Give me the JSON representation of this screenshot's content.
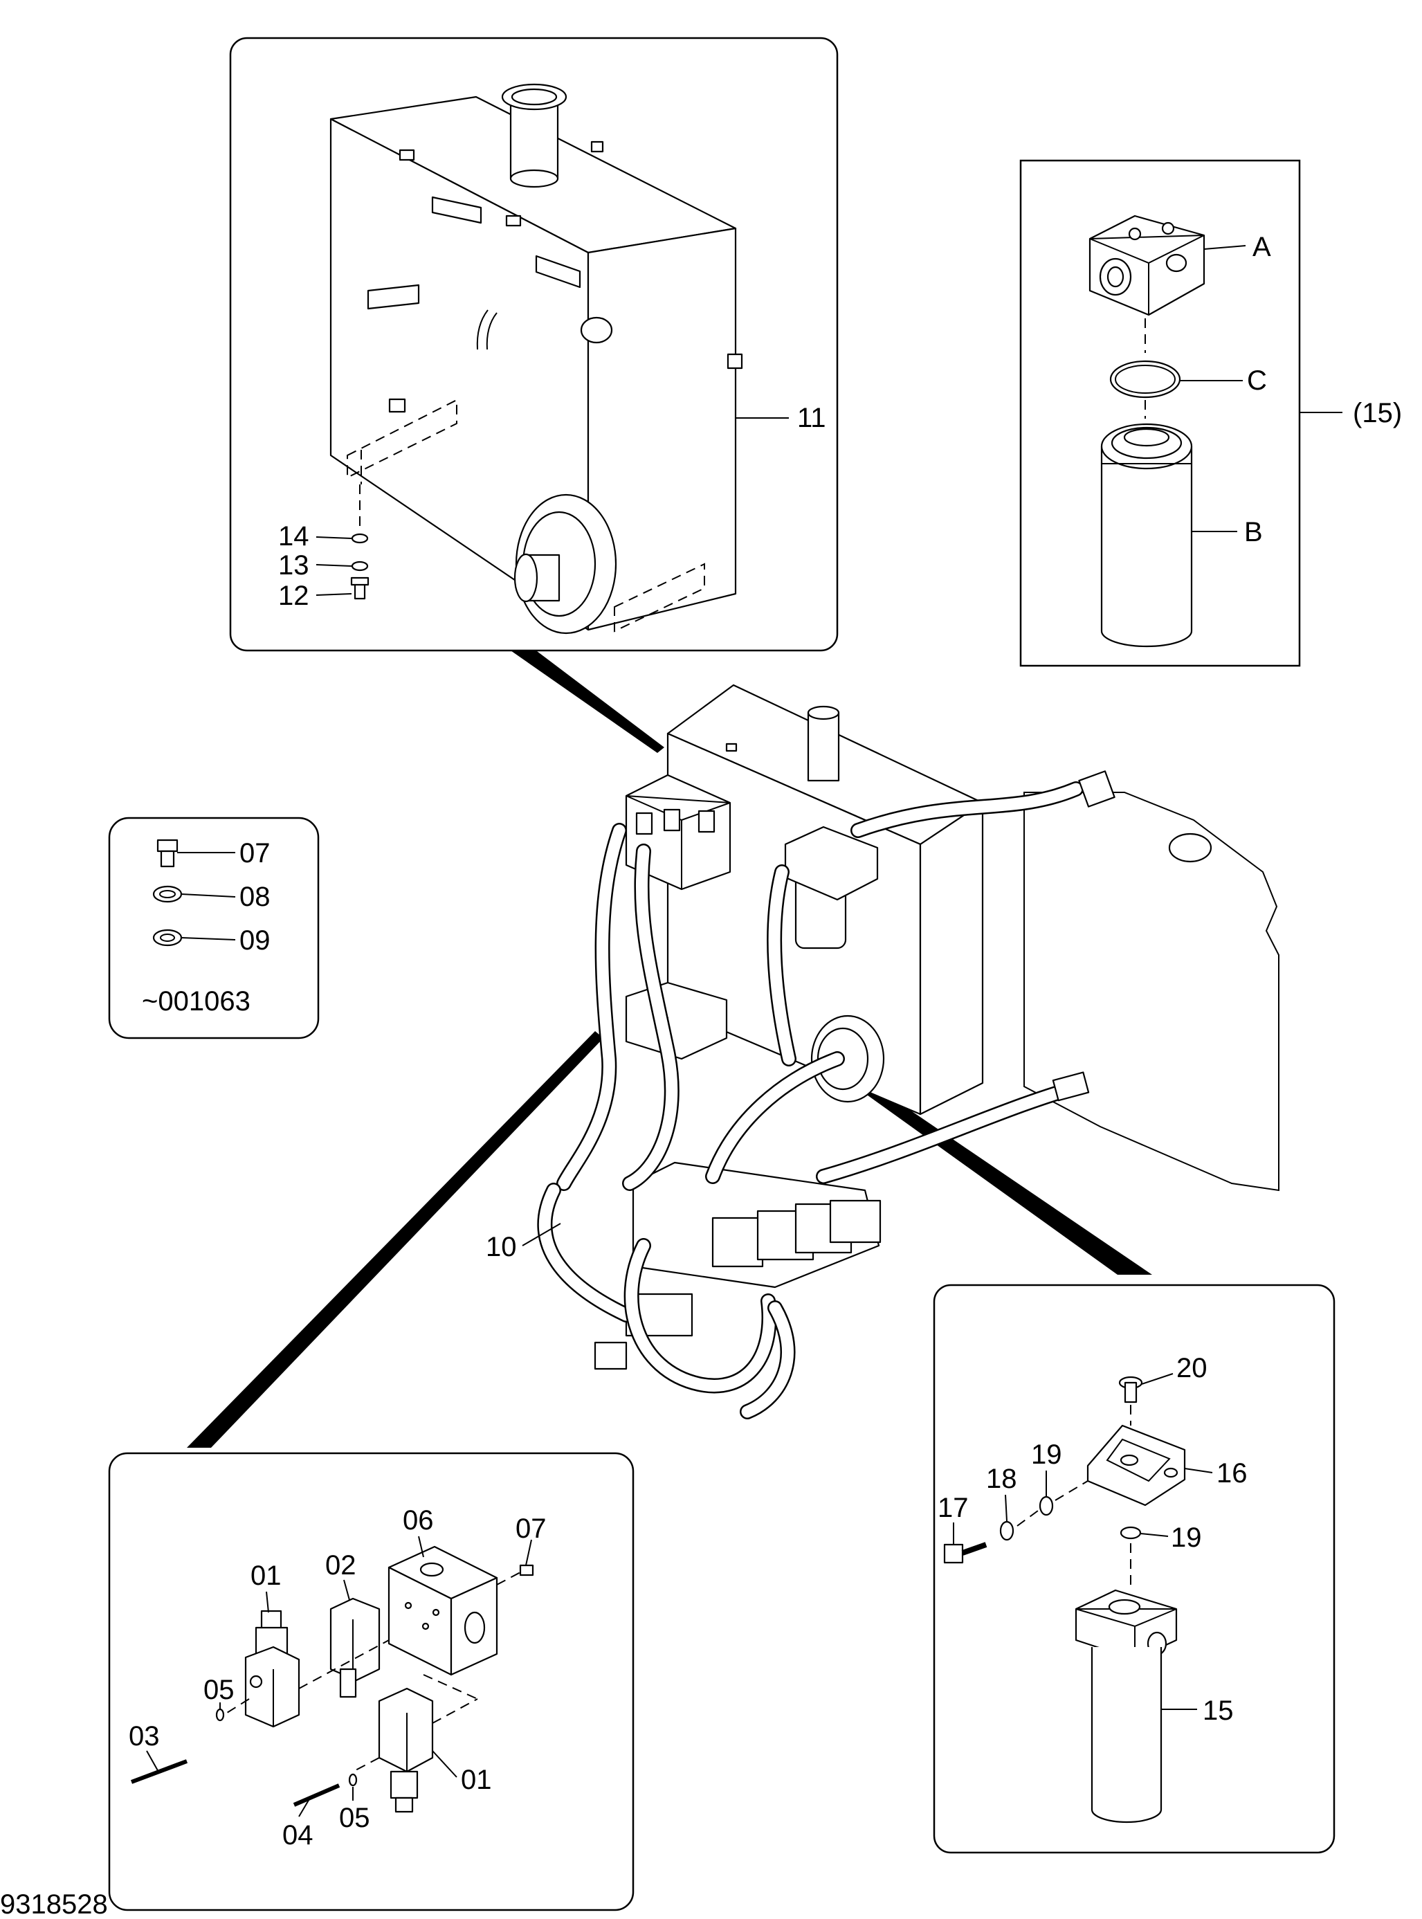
{
  "drawing_number": "9318528",
  "labels": {
    "tank": "11",
    "bolt_12": "12",
    "washer_13": "13",
    "washer_14": "14",
    "pipe_10": "10",
    "filter_assy": "(15)",
    "filter_head": "A",
    "filter_element": "B",
    "filter_oring": "C",
    "inset_bolt": "07",
    "inset_washer_08": "08",
    "inset_washer_09": "09",
    "serial_range": "~001063",
    "valve_01_top": "01",
    "valve_01_bottom": "01",
    "block_02": "02",
    "rod_03": "03",
    "rod_04": "04",
    "ring_05_left": "05",
    "ring_05_bottom": "05",
    "manifold_06": "06",
    "plug_07": "07",
    "filter_15": "15",
    "bracket_16": "16",
    "bolt_17": "17",
    "washer_18": "18",
    "washer_19_top": "19",
    "washer_19_bottom": "19",
    "bolt_20": "20"
  }
}
